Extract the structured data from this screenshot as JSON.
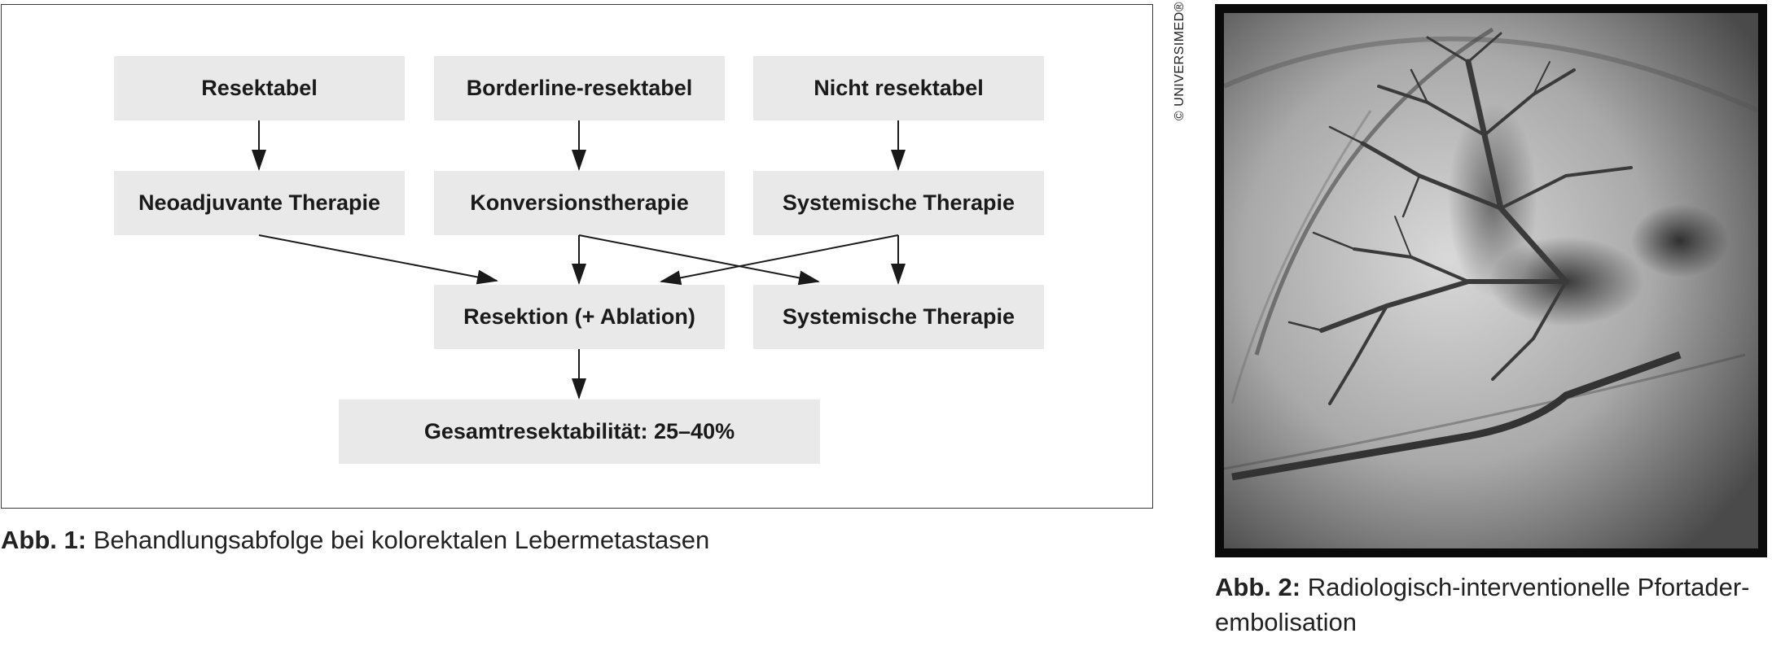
{
  "figure1": {
    "boxes": {
      "resektabel": "Resektabel",
      "borderline": "Borderline-resektabel",
      "nicht_resektabel": "Nicht resektabel",
      "neoadjuvant": "Neoadjuvante Therapie",
      "konversion": "Konversionstherapie",
      "systemisch_1": "Systemische Therapie",
      "resektion": "Resektion (+ Ablation)",
      "systemisch_2": "Systemische Therapie",
      "gesamt": "Gesamtresektabilität: 25–40%"
    },
    "caption_label": "Abb. 1:",
    "caption_text": "Behandlungsabfolge bei kolorektalen Lebermetastasen"
  },
  "copyright": "© UNIVERSIMED®",
  "figure2": {
    "caption_label": "Abb. 2:",
    "caption_line1": "Radiologisch-interventionelle Pfortader-",
    "caption_line2": "embolisation"
  },
  "colors": {
    "box_fill": "#e9e9e9",
    "frame": "#3a3a3a",
    "arrow": "#1a1a1a"
  }
}
